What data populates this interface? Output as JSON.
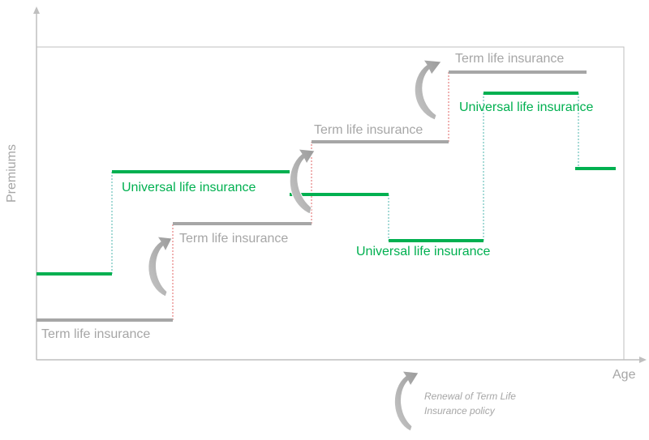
{
  "axes": {
    "y_label": "Premiums",
    "x_label": "Age"
  },
  "labels": {
    "term_1": "Term life insurance",
    "term_2": "Term life insurance",
    "term_3": "Term life insurance",
    "term_4": "Term life insurance",
    "universal_1": "Universal life insurance",
    "universal_2": "Universal life insurance",
    "universal_3": "Universal life insurance"
  },
  "legend": {
    "renewal_line1": "Renewal of Term Life",
    "renewal_line2": "Insurance policy"
  },
  "colors": {
    "term": "#a6a6a6",
    "universal": "#00b050",
    "renewal_connector": "#e06666",
    "universal_connector": "#4db6ac",
    "axis": "#bfbfbf"
  }
}
